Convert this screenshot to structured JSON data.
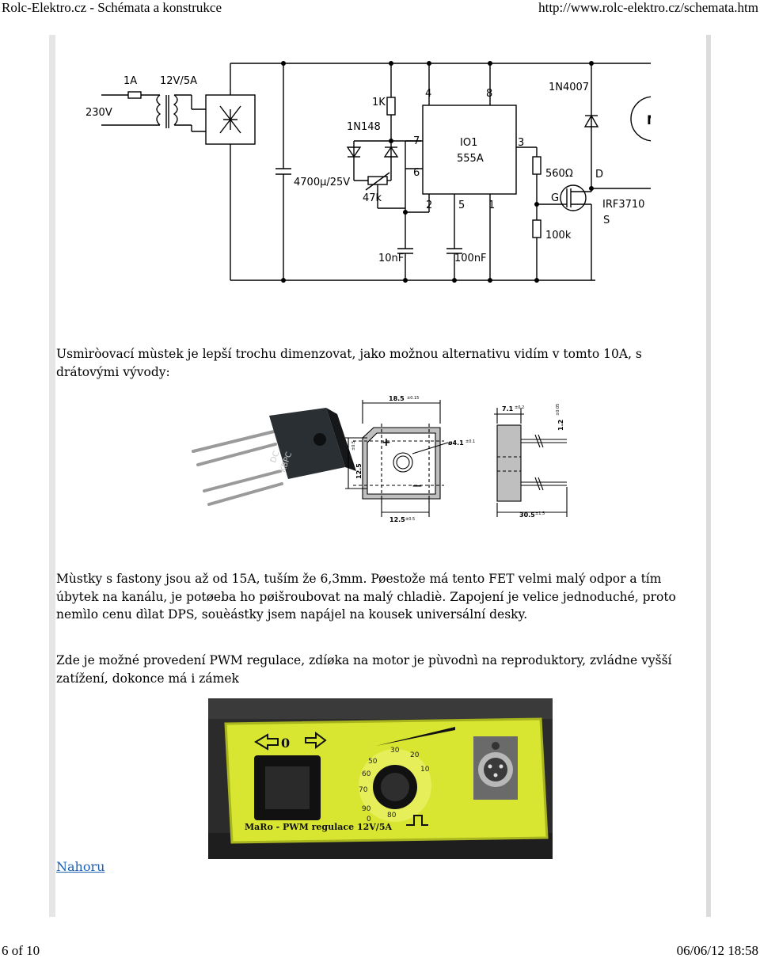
{
  "header": {
    "title": "Rolc-Elektro.cz - Schémata a konstrukce",
    "url": "http://www.rolc-elektro.cz/schemata.htm"
  },
  "schematic": {
    "labels": {
      "fuse": "1A",
      "transformer": "12V/5A",
      "mains": "230V",
      "resistor1": "1K",
      "diode1": "1N148",
      "pot": "47k",
      "cap_main": "4700µ/25V",
      "ic_name": "IO1",
      "ic_type": "555A",
      "pin4": "4",
      "pin8": "8",
      "pin7": "7",
      "pin6": "6",
      "pin3": "3",
      "pin2": "2",
      "pin5": "5",
      "pin1": "1",
      "cap1": "10nF",
      "cap2": "100nF",
      "resistor2": "560Ω",
      "resistor3": "100k",
      "diode2": "1N4007",
      "motor": "M",
      "gate": "G",
      "drain": "D",
      "source": "S",
      "fet": "IRF3710"
    }
  },
  "paragraphs": {
    "p1": "Usmìròovací mùstek je lepší trochu dimenzovat, jako možnou alternativu vidím v tomto 10A, s drátovými vývody:",
    "p2": "Mùstky s fastony jsou až od 15A, tuším že 6,3mm. Pøestože má tento FET velmi malý odpor a tím úbytek na kanálu, je potøeba ho pøišroubovat na malý chladiè. Zapojení je velice jednoduché, proto nemìlo cenu dìlat DPS, souèástky jsem napájel na kousek universální desky.",
    "p3": "Zde je možné provedení PWM regulace, zdíøka na motor je pùvodnì na reproduktory, zvládne vyšší zatížení, dokonce má i zámek"
  },
  "bridge": {
    "part_top": "DC",
    "part_bot": "KBPC",
    "dim_top": "18.5",
    "dim_top_tol": "±0.15",
    "dim_hole": "ø4.1",
    "dim_hole_tol": "±0.1",
    "dim_side": "12.5",
    "dim_side_tol": "±0.5",
    "dim_bottom": "12.5",
    "dim_bottom_tol": "±0.5",
    "dim_thick": "7.1",
    "dim_thick_tol": "±0.2",
    "dim_lead": "1.2",
    "dim_lead_tol": "±0.05",
    "dim_length": "30.5",
    "dim_length_tol": "±1.5",
    "plus": "+",
    "minus": "—"
  },
  "photo": {
    "arrow_zero": "0",
    "label": "MaRo - PWM regulace 12V/5A",
    "dial_marks": [
      "0",
      "10",
      "20",
      "30",
      "50",
      "60",
      "70",
      "80",
      "90"
    ]
  },
  "nav": {
    "top_link": "Nahoru"
  },
  "footer": {
    "page": "6 of 10",
    "datetime": "06/06/12 18:58"
  }
}
